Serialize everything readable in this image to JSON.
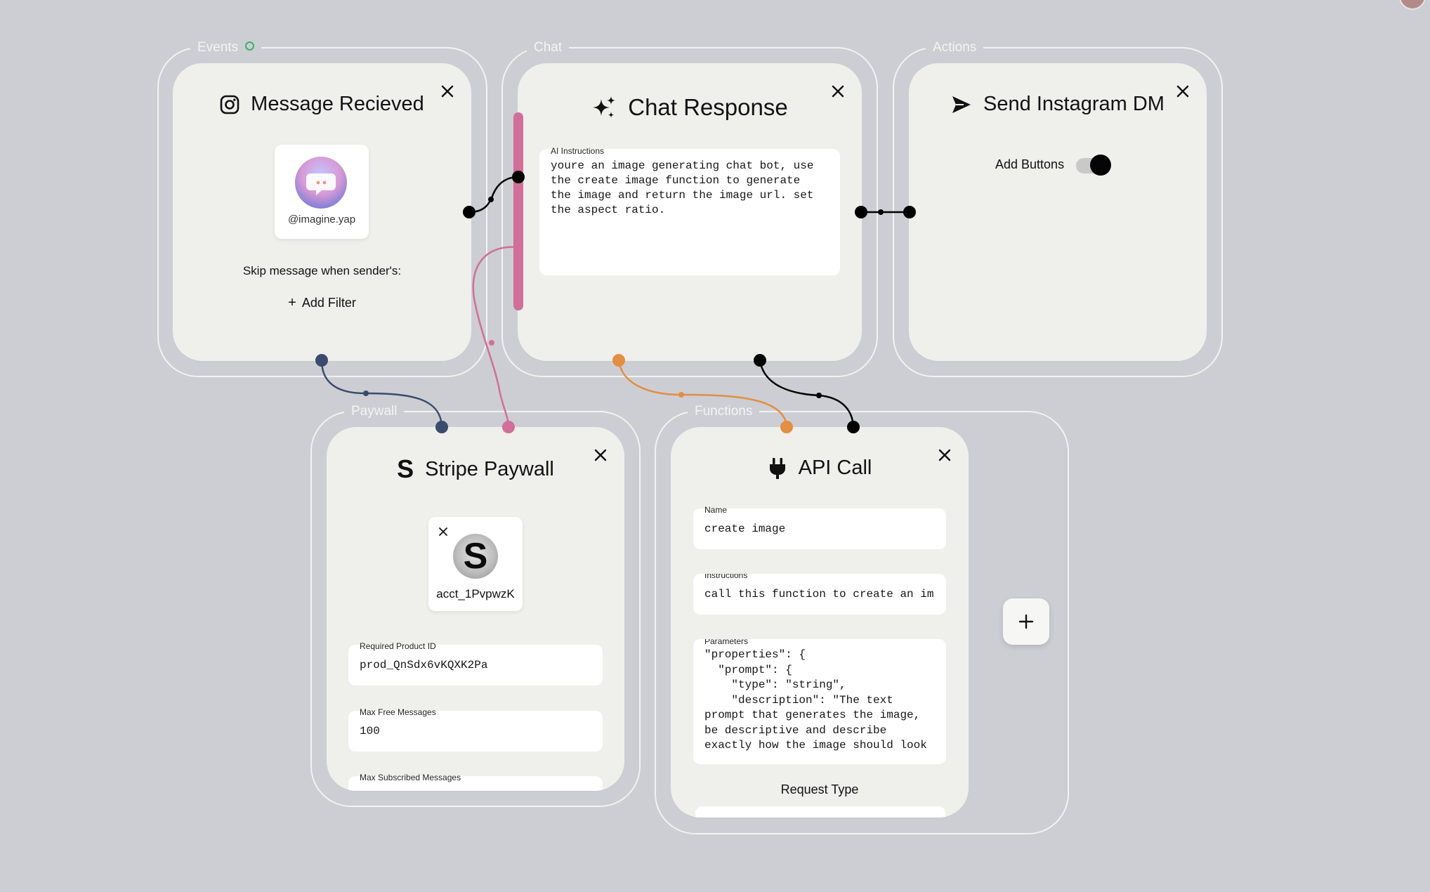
{
  "groups": {
    "events": "Events",
    "chat": "Chat",
    "actions": "Actions",
    "paywall": "Paywall",
    "functions": "Functions"
  },
  "message_node": {
    "title": "Message Recieved",
    "icon": "instagram-icon",
    "account_handle": "@imagine.yap",
    "skip_label": "Skip message when sender's:",
    "add_filter": "Add Filter"
  },
  "chat_node": {
    "title": "Chat Response",
    "icon": "sparkles-icon",
    "instructions_label": "AI Instructions",
    "instructions": "youre an image generating chat bot, use the create image function to generate the image and return the image url. set the aspect ratio."
  },
  "dm_node": {
    "title": "Send Instagram DM",
    "icon": "send-icon",
    "add_buttons_label": "Add Buttons",
    "add_buttons_on": true
  },
  "stripe_node": {
    "title": "Stripe Paywall",
    "icon": "stripe-icon",
    "account_letter": "S",
    "account_id": "acct_1PvpwzK",
    "product_label": "Required Product ID",
    "product_value": "prod_QnSdx6vKQXK2Pa",
    "max_free_label": "Max Free Messages",
    "max_free_value": "100",
    "max_subscribed_label": "Max Subscribed Messages"
  },
  "api_node": {
    "title": "API Call",
    "icon": "plug-icon",
    "name_label": "Name",
    "name_value": "create image",
    "instructions_label": "Instructions",
    "instructions_value": "call this function to create an im",
    "parameters_label": "Parameters",
    "parameters_value": "\"properties\": {\n  \"prompt\": {\n    \"type\": \"string\",\n    \"description\": \"The text prompt that generates the image, be descriptive and describe exactly how the image should look",
    "request_type_label": "Request Type"
  },
  "add_node_icon": "plus-icon",
  "colors": {
    "background": "#cdced3",
    "card": "#efefec",
    "wire_black": "#000000",
    "wire_pink": "#d06f98",
    "wire_orange": "#e28e43",
    "wire_navy": "#3b4b6e",
    "live_dot": "#3bb36a"
  }
}
